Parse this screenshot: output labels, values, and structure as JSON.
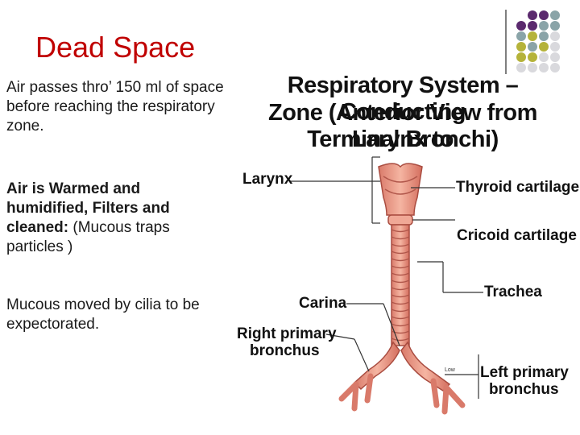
{
  "slide": {
    "title": "Dead Space",
    "para1": "Air passes thro’ 150 ml of space before reaching the respiratory zone.",
    "para2_bold": "Air is Warmed and humidified, Filters and cleaned:",
    "para2_rest": " (Mucous traps particles )",
    "para3": "Mucous moved by cilia to be expectorated."
  },
  "diagram": {
    "heading_line1": "Respiratory System – Conducting",
    "heading_line2": "Zone (Anterior View from Larynx to",
    "heading_line3": "Terminal Bronchi)",
    "labels": {
      "larynx": "Larynx",
      "thyroid": "Thyroid cartilage",
      "cricoid": "Cricoid cartilage",
      "trachea": "Trachea",
      "carina": "Carina",
      "right_bronchus_1": "Right primary",
      "right_bronchus_2": "bronchus",
      "left_bronchus_1": "Left primary",
      "left_bronchus_2": "bronchus",
      "small": "Low"
    }
  },
  "decor": {
    "dot_colors": [
      "#5b2a6e",
      "#8aa4a8",
      "#b5b33a",
      "#d9d9dd"
    ]
  }
}
